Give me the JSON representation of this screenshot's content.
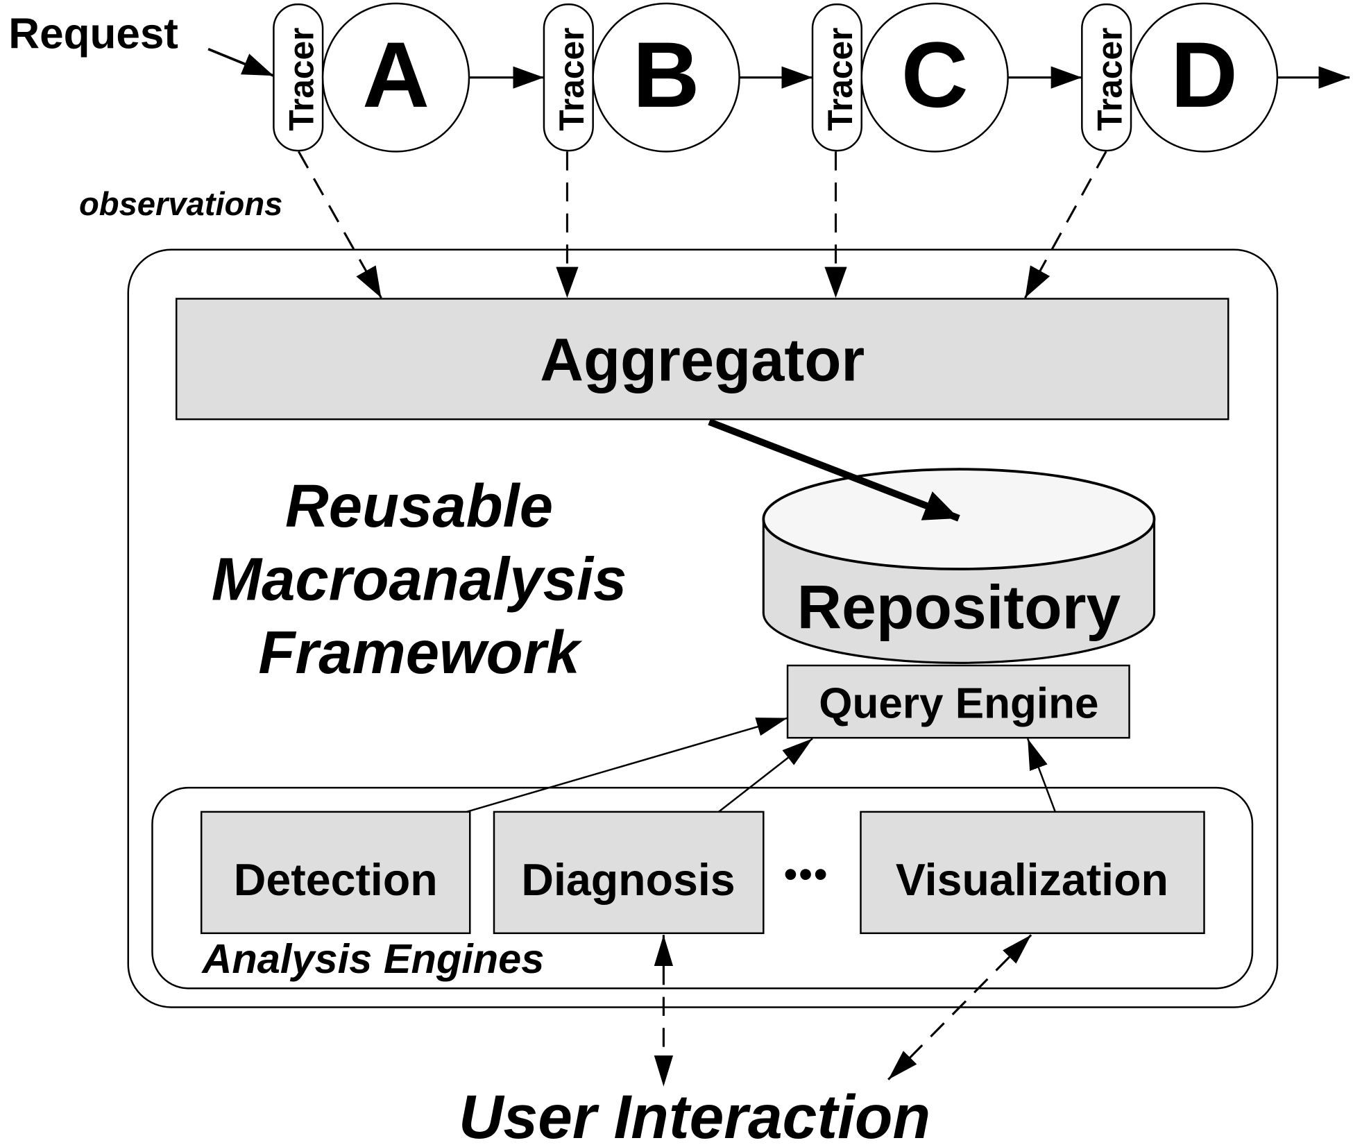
{
  "diagram": {
    "request_label": "Request",
    "observations_label": "observations",
    "tracer_label": "Tracer",
    "components": [
      {
        "id": "A",
        "label": "A"
      },
      {
        "id": "B",
        "label": "B"
      },
      {
        "id": "C",
        "label": "C"
      },
      {
        "id": "D",
        "label": "D"
      }
    ],
    "framework": {
      "title_lines": [
        "Reusable",
        "Macroanalysis",
        "Framework"
      ],
      "aggregator_label": "Aggregator",
      "repository_label": "Repository",
      "query_engine_label": "Query Engine",
      "analysis_engines": {
        "label": "Analysis Engines",
        "engines": [
          "Detection",
          "Diagnosis",
          "Visualization"
        ],
        "ellipsis": "•••"
      }
    },
    "user_interaction_label": "User Interaction",
    "colors": {
      "box_fill": "#dedede",
      "cylinder_top_fill": "#f6f6f6",
      "line": "#000000",
      "background": "#ffffff"
    }
  }
}
